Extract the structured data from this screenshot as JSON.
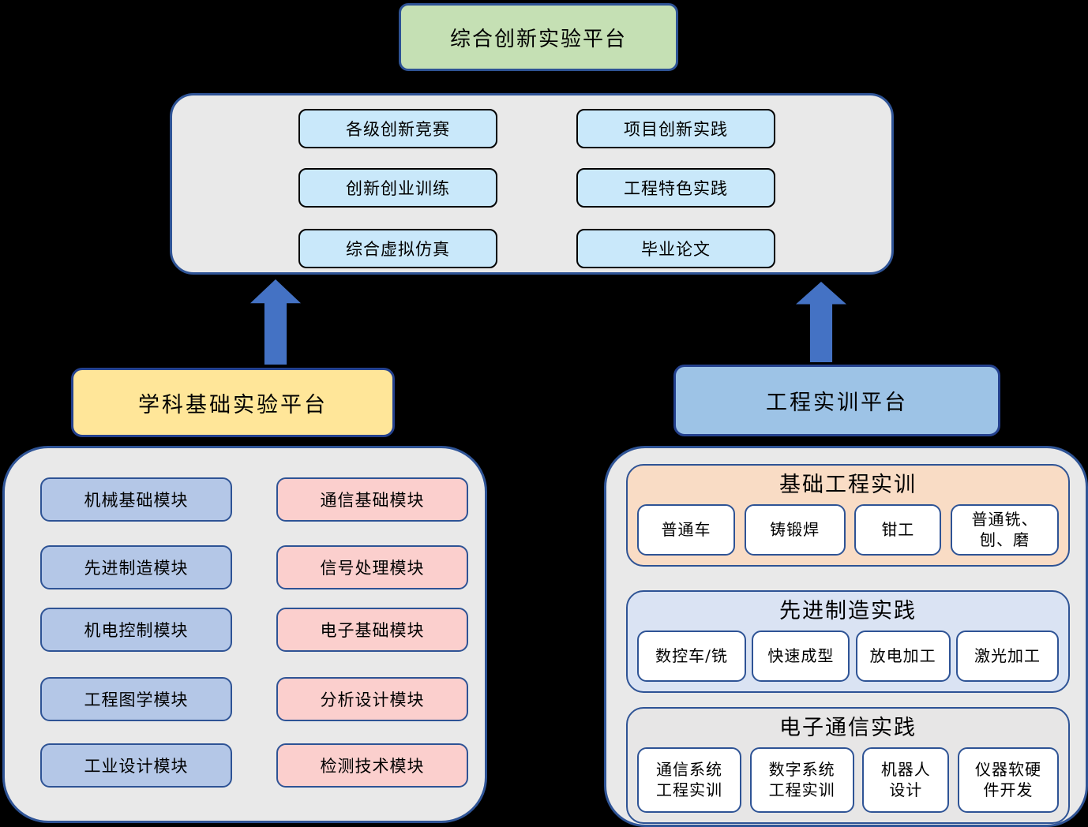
{
  "colors": {
    "canvas_bg": "#000000",
    "container_fill": "#e9e9e9",
    "container_border": "#2f5496",
    "top_node_green": "#c5e0b4",
    "innovation_item_blue": "#c9e8fa",
    "platform_yellow": "#ffe699",
    "platform_blue": "#9dc3e6",
    "module_blue": "#b4c7e7",
    "module_pink": "#fbcfcd",
    "section_peach": "#f9dcc5",
    "section_lightblue": "#dae3f3",
    "section_gray": "#e7e6e6",
    "arrow_blue": "#4472c4"
  },
  "top_platform": {
    "label": "综合创新实验平台"
  },
  "innovation_items": [
    "各级创新竞赛",
    "项目创新实践",
    "创新创业训练",
    "工程特色实践",
    "综合虚拟仿真",
    "毕业论文"
  ],
  "left_platform": {
    "label": "学科基础实验平台",
    "blue_modules": [
      "机械基础模块",
      "先进制造模块",
      "机电控制模块",
      "工程图学模块",
      "工业设计模块"
    ],
    "pink_modules": [
      "通信基础模块",
      "信号处理模块",
      "电子基础模块",
      "分析设计模块",
      "检测技术模块"
    ]
  },
  "right_platform": {
    "label": "工程实训平台",
    "sections": [
      {
        "title": "基础工程实训",
        "items": [
          "普通车",
          "铸锻焊",
          "钳工",
          "普通铣、\n刨、磨"
        ]
      },
      {
        "title": "先进制造实践",
        "items": [
          "数控车/铣",
          "快速成型",
          "放电加工",
          "激光加工"
        ]
      },
      {
        "title": "电子通信实践",
        "items": [
          "通信系统\n工程实训",
          "数字系统\n工程实训",
          "机器人\n设计",
          "仪器软硬\n件开发"
        ]
      }
    ]
  }
}
